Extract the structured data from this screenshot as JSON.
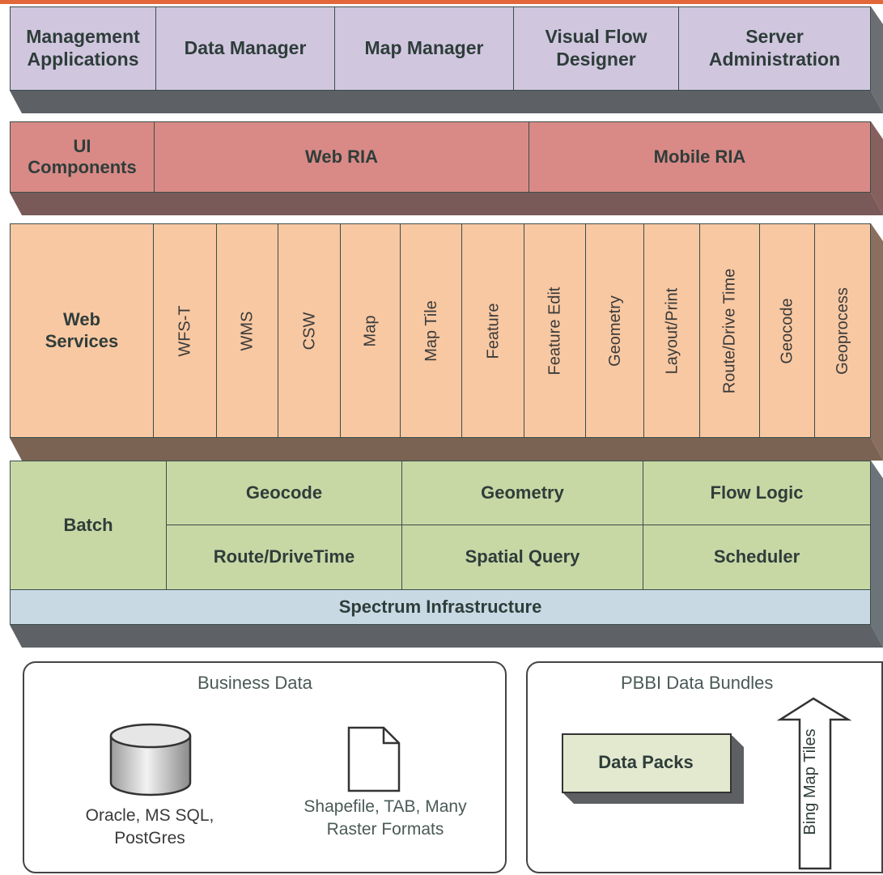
{
  "management": {
    "label": [
      "Management",
      "Applications"
    ],
    "items": [
      {
        "lines": [
          "Data Manager"
        ]
      },
      {
        "lines": [
          "Map Manager"
        ]
      },
      {
        "lines": [
          "Visual Flow",
          "Designer"
        ]
      },
      {
        "lines": [
          "Server",
          "Administration"
        ]
      }
    ]
  },
  "ui": {
    "label": [
      "UI",
      "Components"
    ],
    "items": [
      "Web RIA",
      "Mobile RIA"
    ]
  },
  "web_services": {
    "label": [
      "Web",
      "Services"
    ],
    "items": [
      "WFS-T",
      "WMS",
      "CSW",
      "Map",
      "Map Tile",
      "Feature",
      "Feature Edit",
      "Geometry",
      "Layout/Print",
      "Route/Drive Time",
      "Geocode",
      "Geoprocess"
    ]
  },
  "batch": {
    "label": "Batch",
    "cells": [
      "Geocode",
      "Geometry",
      "Flow Logic",
      "Route/DriveTime",
      "Spatial Query",
      "Scheduler"
    ]
  },
  "infrastructure": "Spectrum Infrastructure",
  "business_data": {
    "title": "Business Data",
    "db_caption": [
      "Oracle, MS SQL,",
      "PostGres"
    ],
    "file_caption": [
      "Shapefile, TAB, Many",
      "Raster Formats"
    ]
  },
  "pbbi": {
    "title": "PBBI Data Bundles",
    "data_packs": "Data Packs",
    "bing_tiles": "Bing Map Tiles"
  },
  "colors": {
    "management": "#d0c7df",
    "ui": "#d98a86",
    "web_services": "#f8c8a2",
    "batch": "#c8d8a5",
    "infrastructure": "#c9d9e4",
    "accent": "#e2683a"
  }
}
